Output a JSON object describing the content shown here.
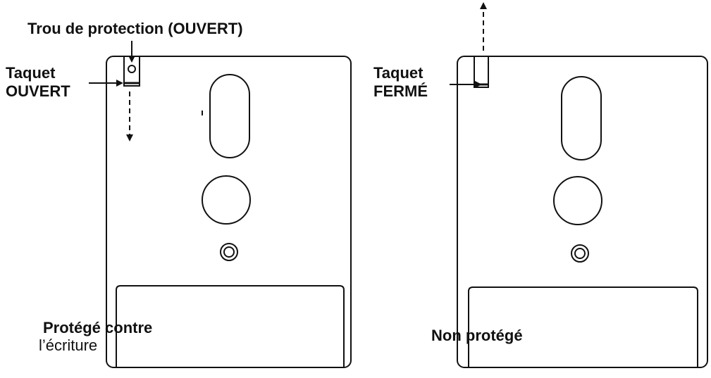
{
  "left_disk": {
    "hole_label": "Trou de protection (OUVERT)",
    "tab_label_line1": "Taquet",
    "tab_label_line2": "OUVERT",
    "status_line1": "Protégé contre",
    "status_line2": "l’écriture"
  },
  "right_disk": {
    "tab_label_line1": "Taquet",
    "tab_label_line2": "FERMÉ",
    "status": "Non protégé"
  },
  "colors": {
    "ink": "#111111",
    "background": "#ffffff"
  }
}
